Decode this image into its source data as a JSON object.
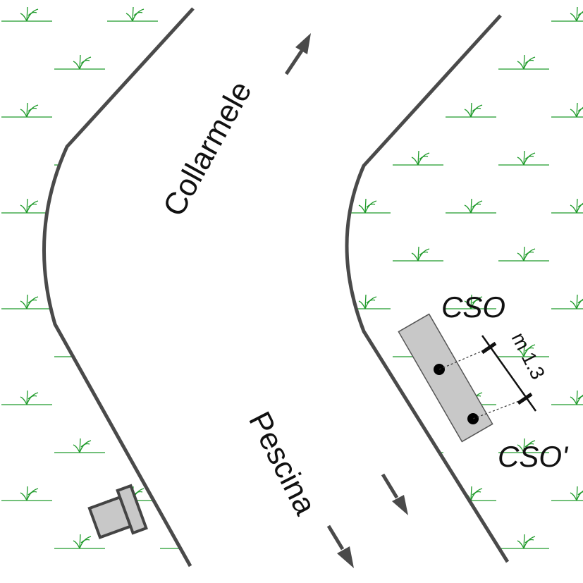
{
  "labels": {
    "north_destination": "Collarmele",
    "south_destination": "Pescina",
    "station_a": "CSO",
    "station_b": "CSO'",
    "separation": "m 1.3"
  },
  "colors": {
    "road_edge": "#4a4a4a",
    "grass": "#1f9a2a",
    "station_fill": "#c8c8c8",
    "background": "#ffffff"
  },
  "icons": {
    "vegetation": "grass-tuft-icon",
    "structure": "small-structure-icon"
  }
}
